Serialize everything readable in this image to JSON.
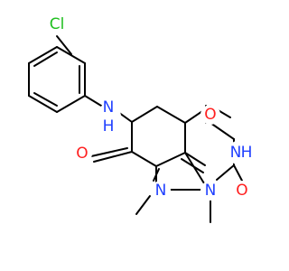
{
  "molecule": {
    "atoms": {
      "chlorine": {
        "symbol": "Cl",
        "color": "#1fbf1f"
      },
      "amide_nitrogen": {
        "symbol": "N",
        "hydrogen": "H",
        "color": "#1f3fff"
      },
      "amide_oxygen": {
        "symbol": "O",
        "color": "#ff1f1f"
      },
      "ketone_oxygen_top": {
        "symbol": "O",
        "color": "#ff1f1f"
      },
      "ketone_oxygen_right": {
        "symbol": "O",
        "color": "#ff1f1f"
      },
      "ring_nh": {
        "symbol": "N",
        "hydrogen": "H",
        "color": "#1f3fff"
      },
      "pyridine_nitrogen": {
        "symbol": "N",
        "color": "#1f3fff"
      },
      "methyl_nitrogen": {
        "symbol": "N",
        "color": "#1f3fff"
      }
    },
    "bond_color": "#000000"
  }
}
